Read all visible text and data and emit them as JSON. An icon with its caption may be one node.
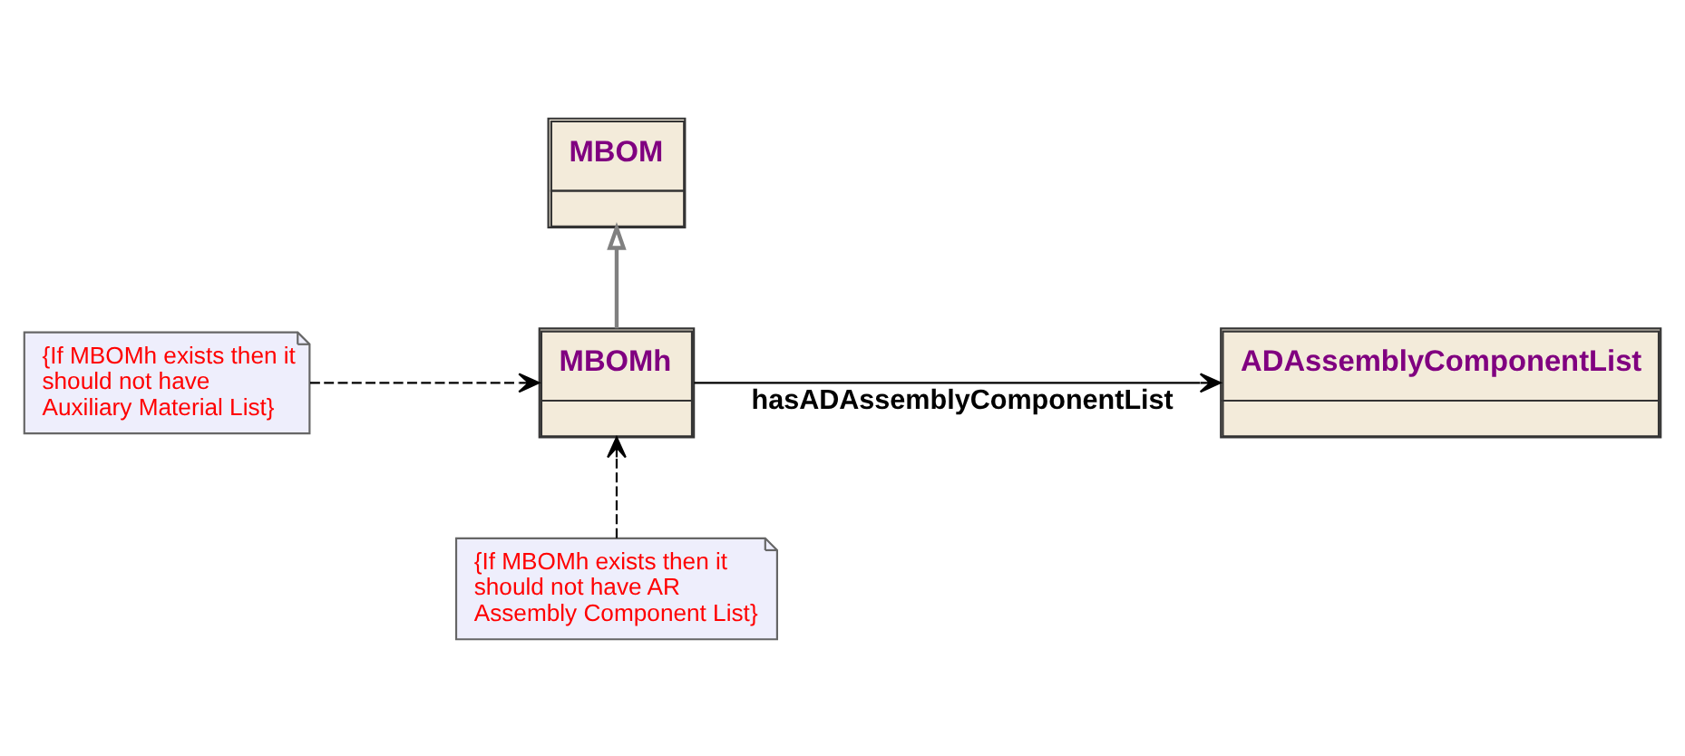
{
  "diagram": {
    "nodes": [
      {
        "text": [
          "MBOM"
        ]
      },
      {
        "text": [
          "MBOMh"
        ]
      },
      {
        "text": [
          "ADAssemblyComponentList"
        ]
      },
      {
        "text": [
          "{If MBOMh exists then it should not have Auxiliary Material List}"
        ]
      },
      {
        "text": [
          "{If MBOMh exists then it should not have AR Assembly Component List}"
        ]
      }
    ],
    "edges": [
      {
        "from": 1,
        "to": 0,
        "arrow": "to",
        "color": "#808080"
      },
      {
        "from": 1,
        "to": 2,
        "arrow": "to",
        "label": "hasADAssemblyComponentList"
      },
      {
        "from": 3,
        "to": 1,
        "arrow": "to",
        "style": "dashed"
      },
      {
        "from": 4,
        "to": 1,
        "arrow": "to",
        "style": "dashed"
      }
    ]
  }
}
